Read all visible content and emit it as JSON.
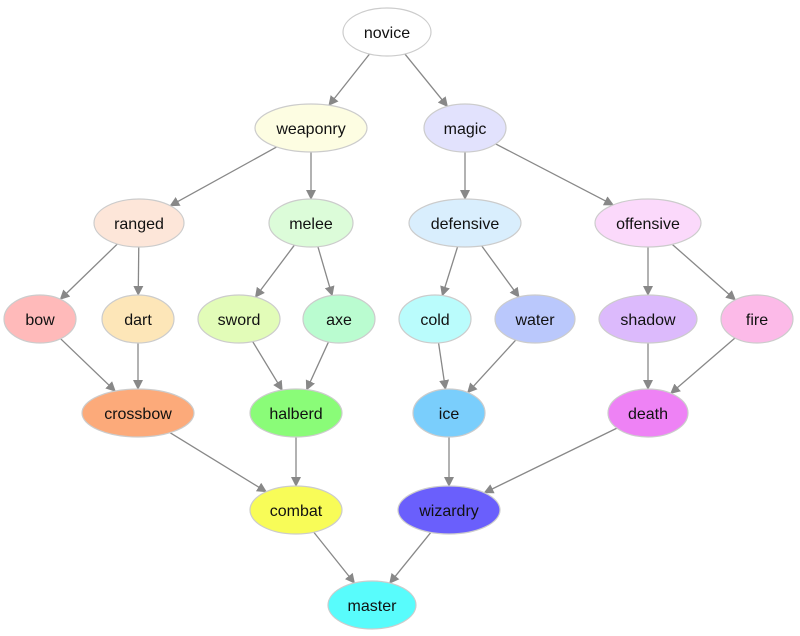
{
  "diagram": {
    "type": "directed-graph",
    "edge_color": "#888888",
    "node_border": "#cccccc",
    "nodes": [
      {
        "id": "novice",
        "label": "novice",
        "color": "#ffffff"
      },
      {
        "id": "weaponry",
        "label": "weaponry",
        "color": "#fdfde2"
      },
      {
        "id": "magic",
        "label": "magic",
        "color": "#e2e2fd"
      },
      {
        "id": "ranged",
        "label": "ranged",
        "color": "#fde6d9"
      },
      {
        "id": "melee",
        "label": "melee",
        "color": "#dcfcd9"
      },
      {
        "id": "defensive",
        "label": "defensive",
        "color": "#d9eefd"
      },
      {
        "id": "offensive",
        "label": "offensive",
        "color": "#fbd9fb"
      },
      {
        "id": "bow",
        "label": "bow",
        "color": "#ffbaba"
      },
      {
        "id": "dart",
        "label": "dart",
        "color": "#fde6b8"
      },
      {
        "id": "sword",
        "label": "sword",
        "color": "#e2fcb8"
      },
      {
        "id": "axe",
        "label": "axe",
        "color": "#bafcd0"
      },
      {
        "id": "cold",
        "label": "cold",
        "color": "#bafcfc"
      },
      {
        "id": "water",
        "label": "water",
        "color": "#bac8fc"
      },
      {
        "id": "shadow",
        "label": "shadow",
        "color": "#dcbafc"
      },
      {
        "id": "fire",
        "label": "fire",
        "color": "#fcbae8"
      },
      {
        "id": "crossbow",
        "label": "crossbow",
        "color": "#fcaa7a"
      },
      {
        "id": "halberd",
        "label": "halberd",
        "color": "#8afc78"
      },
      {
        "id": "ice",
        "label": "ice",
        "color": "#7acefc"
      },
      {
        "id": "death",
        "label": "death",
        "color": "#ee82f5"
      },
      {
        "id": "combat",
        "label": "combat",
        "color": "#f8fc58"
      },
      {
        "id": "wizardry",
        "label": "wizardry",
        "color": "#6a5ffc"
      },
      {
        "id": "master",
        "label": "master",
        "color": "#58fcfc"
      }
    ],
    "edges": [
      [
        "novice",
        "weaponry"
      ],
      [
        "novice",
        "magic"
      ],
      [
        "weaponry",
        "ranged"
      ],
      [
        "weaponry",
        "melee"
      ],
      [
        "magic",
        "defensive"
      ],
      [
        "magic",
        "offensive"
      ],
      [
        "ranged",
        "bow"
      ],
      [
        "ranged",
        "dart"
      ],
      [
        "melee",
        "sword"
      ],
      [
        "melee",
        "axe"
      ],
      [
        "defensive",
        "cold"
      ],
      [
        "defensive",
        "water"
      ],
      [
        "offensive",
        "shadow"
      ],
      [
        "offensive",
        "fire"
      ],
      [
        "bow",
        "crossbow"
      ],
      [
        "dart",
        "crossbow"
      ],
      [
        "sword",
        "halberd"
      ],
      [
        "axe",
        "halberd"
      ],
      [
        "cold",
        "ice"
      ],
      [
        "water",
        "ice"
      ],
      [
        "shadow",
        "death"
      ],
      [
        "fire",
        "death"
      ],
      [
        "crossbow",
        "combat"
      ],
      [
        "halberd",
        "combat"
      ],
      [
        "ice",
        "wizardry"
      ],
      [
        "death",
        "wizardry"
      ],
      [
        "combat",
        "master"
      ],
      [
        "wizardry",
        "master"
      ]
    ]
  }
}
